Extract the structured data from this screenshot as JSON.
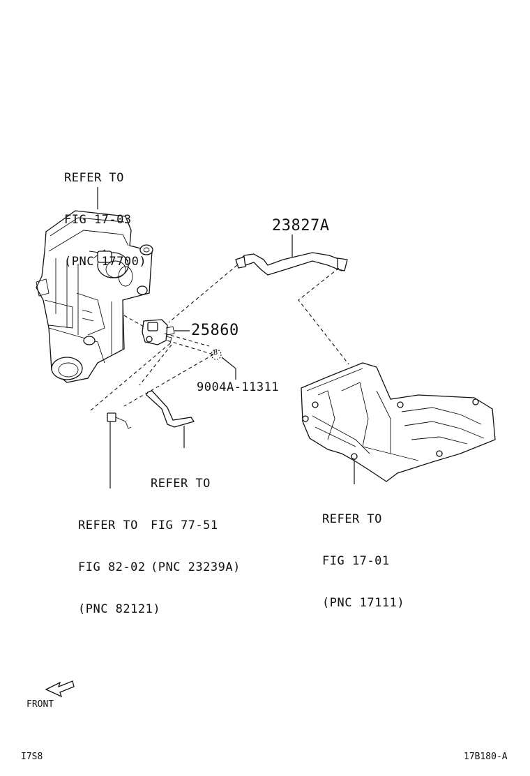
{
  "callouts": {
    "throttle_body": [
      "REFER TO",
      "FIG 17-03",
      "(PNC 17700)"
    ],
    "hose": "23827A",
    "vsv": "25860",
    "bolt": "9004A-11311",
    "bolt_marker": "B",
    "vacuum_hose": [
      "REFER TO",
      "FIG 77-51",
      "(PNC 23239A)"
    ],
    "connector": [
      "REFER TO",
      "FIG 82-02",
      "(PNC 82121)"
    ],
    "manifold": [
      "REFER TO",
      "FIG 17-01",
      "(PNC 17111)"
    ]
  },
  "front_label": "FRONT",
  "footer": {
    "left": "I7S8",
    "right": "17B180-A"
  }
}
